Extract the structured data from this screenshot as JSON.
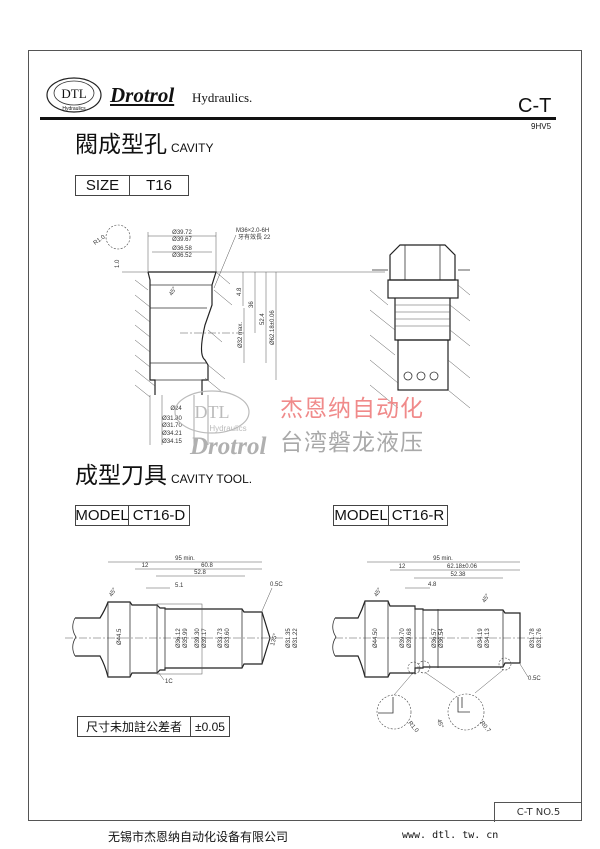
{
  "header": {
    "logo_text": "DTL",
    "logo_subtext": "Hydraulics",
    "brand": "Drotrol",
    "brand_suffix": "Hydraulics.",
    "code": "C-T",
    "subcode": "9HV5"
  },
  "cavity": {
    "title_cn": "閥成型孔",
    "title_en": "CAVITY",
    "size_label": "SIZE",
    "size_value": "T16",
    "dims": {
      "r": "R1.0",
      "h1": "1.0",
      "d1a": "Ø39.72",
      "d1b": "Ø39.67",
      "d2a": "Ø36.58",
      "d2b": "Ø36.52",
      "thread": "M36×2.0-6H",
      "thread_len": "牙有效長 22",
      "angle": "45°",
      "l1": "4.8",
      "l2": "36",
      "l3": "52.4",
      "l4": "Ø62.18±0.06",
      "dmax": "Ø32 max.",
      "b1": "Ø24",
      "b2": "Ø31.80",
      "b3": "Ø31.70",
      "b4": "Ø34.21",
      "b5": "Ø34.15"
    }
  },
  "watermark": {
    "logo": "DTL",
    "logo_sub": "Hydraulics",
    "brand": "Drotrol",
    "cn1": "杰恩纳自动化",
    "cn2": "台湾磐龙液压"
  },
  "tool": {
    "title_cn": "成型刀具",
    "title_en": "CAVITY TOOL.",
    "left": {
      "model_label": "MODEL",
      "model_value": "CT16-D",
      "dims": {
        "total": "95 min.",
        "a": "12",
        "b": "60.8",
        "c": "52.8",
        "d": "5.1",
        "ang": "45°",
        "ch1": "0.5C",
        "ch2": "1C",
        "tip": "135°",
        "dia": [
          "Ø44.5",
          "Ø36.12",
          "Ø35.99",
          "Ø39.30",
          "Ø39.17",
          "Ø33.73",
          "Ø33.60",
          "Ø31.35",
          "Ø31.22"
        ]
      }
    },
    "right": {
      "model_label": "MODEL",
      "model_value": "CT16-R",
      "dims": {
        "total": "95 min.",
        "a": "12",
        "b": "62.18±0.06",
        "c": "52.38",
        "d": "4.8",
        "ang1": "45°",
        "ang2": "45°",
        "ch": "0.5C",
        "dia": [
          "Ø44.50",
          "Ø39.70",
          "Ø39.68",
          "Ø36.57",
          "Ø36.54",
          "Ø34.19",
          "Ø34.13",
          "Ø31.78",
          "Ø31.76"
        ],
        "detail1": "R1.0",
        "detail2_ang": "45°",
        "detail2_r": "R0.7"
      }
    }
  },
  "tolerance": {
    "label": "尺寸未加註公差者",
    "value": "±0.05"
  },
  "footer": {
    "page": "C-T NO.5",
    "company": "无锡市杰恩纳自动化设备有限公司",
    "url": "www. dtl. tw. cn"
  }
}
